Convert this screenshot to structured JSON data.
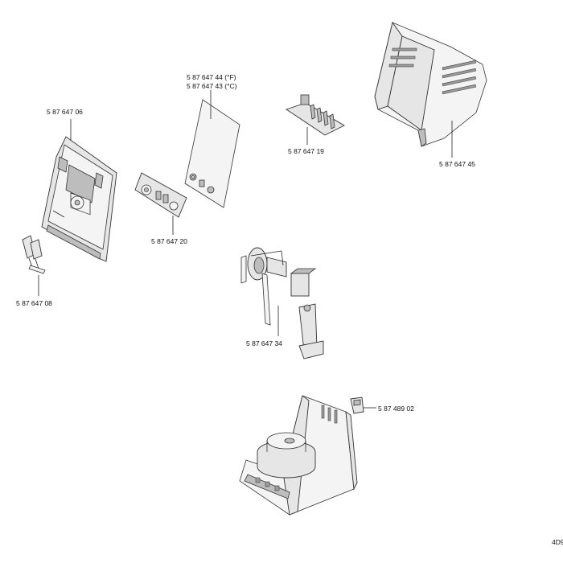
{
  "labels": {
    "front_panel": "5  87  647  06",
    "foil_f": "5  87  647  44  (°F)",
    "foil_c": "5  87  647  43  (°C)",
    "terminal_board": "5  87  647  19",
    "housing": "5  87  647  45",
    "knob_pcb": "5  87  647  20",
    "pin_connector": "5  87  647  08",
    "bracket_assembly": "5  87  647  34",
    "small_connector": "5  87  489  02",
    "drawing_code": "4D9"
  }
}
